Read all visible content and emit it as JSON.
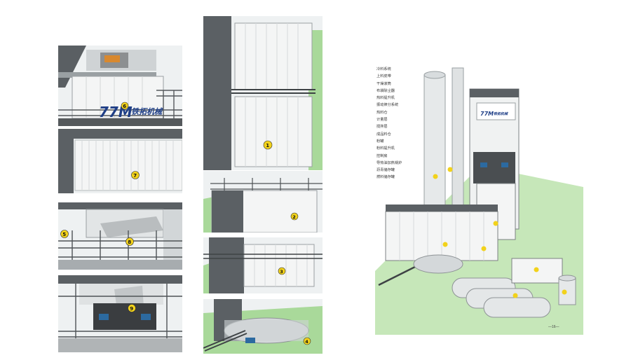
{
  "brand": {
    "logo_mark": "77M",
    "logo_text": "铁拓机械"
  },
  "colors": {
    "steel": "#555a5e",
    "panel_white": "#f4f5f5",
    "grass_green": "#a9d99a",
    "callout_yellow": "#f2d21b"
  },
  "callouts": {
    "p1": "6",
    "p2": "7",
    "p3a": "5",
    "p3b": "8",
    "p4": "9",
    "p5": "1",
    "p6": "2",
    "p7": "3",
    "p8": "4"
  },
  "legend": {
    "items": [
      "冷料系统",
      "上料皮带",
      "干燥滚筒",
      "布袋除尘器",
      "热料提升机",
      "振动筛分系统",
      "热料仓",
      "计量层",
      "搅拌层",
      "成品料仓",
      "粉罐",
      "粉料提升机",
      "控制房",
      "导热油加热锅炉",
      "沥青储存罐",
      "燃料储存罐"
    ]
  },
  "page": {
    "number": "—16—"
  }
}
